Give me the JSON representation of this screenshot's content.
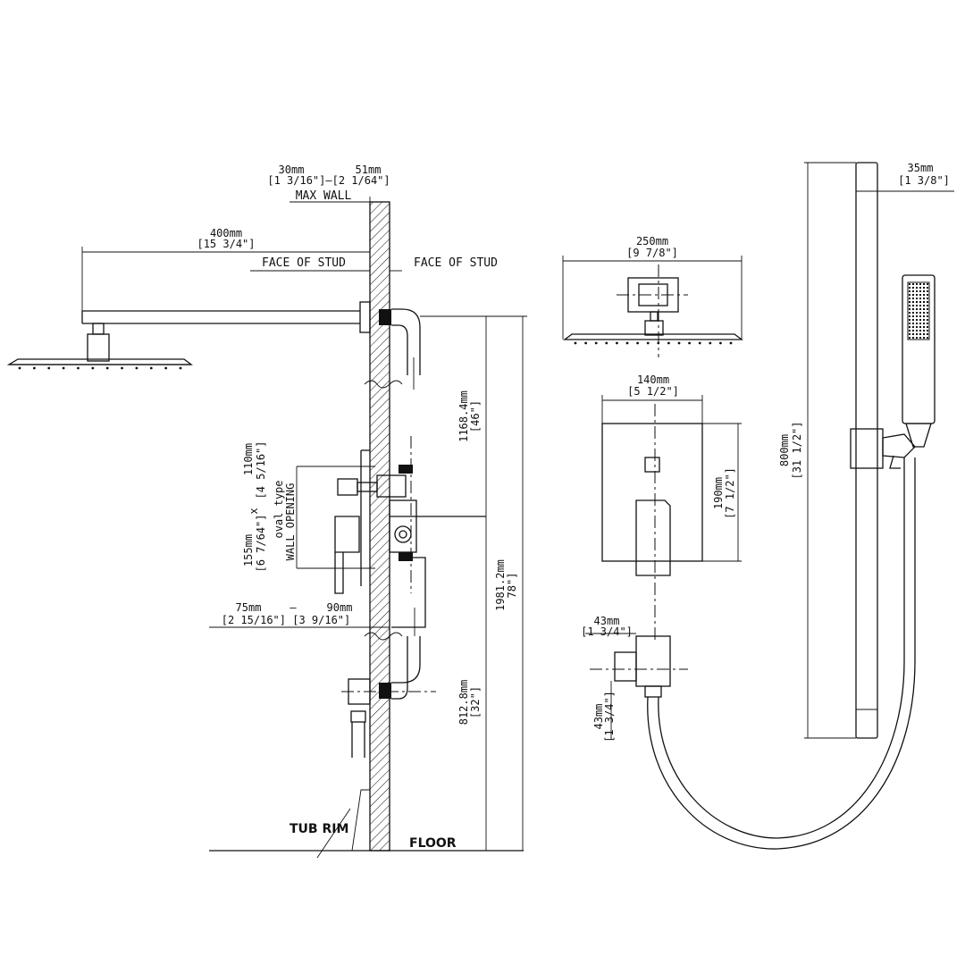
{
  "labels": {
    "max_wall": "MAX WALL",
    "face_of_stud_left": "FACE OF STUD",
    "face_of_stud_right": "FACE OF STUD",
    "tub_rim": "TUB RIM",
    "floor": "FLOOR",
    "oval_type": "oval type",
    "wall_opening": "WALL OPENING"
  },
  "dimensions": {
    "wall_min_mm": "30mm",
    "wall_max_mm": "51mm",
    "wall_range_in": "[1 3/16\"]—[2 1/64\"]",
    "arm_mm": "400mm",
    "arm_in": "[15 3/4\"]",
    "head_width_mm": "250mm",
    "head_width_in": "[9 7/8\"]",
    "trim_width_mm": "140mm",
    "trim_width_in": "[5 1/2\"]",
    "trim_height_mm": "190mm",
    "trim_height_in": "[7 1/2\"]",
    "bar_width_mm": "35mm",
    "bar_width_in": "[1 3/8\"]",
    "bar_length_mm": "800mm",
    "bar_length_in": "[31 1/2\"]",
    "valve_to_arm_mm": "1168.4mm",
    "valve_to_arm_in": "[46\"]",
    "arm_height_mm": "1981.2mm",
    "arm_height_in": "78\"]",
    "valve_height_mm": "812.8mm",
    "valve_height_in": "[32\"]",
    "opening_w_mm": "110mm",
    "opening_w_in": "[4 5/16\"]",
    "opening_x": "x",
    "opening_h_mm": "155mm",
    "opening_h_in": "[6 7/64\"]",
    "depth_min_mm": "75mm",
    "depth_sep": "—",
    "depth_max_mm": "90mm",
    "depth_range_in": "[2 15/16\"] [3 9/16\"]",
    "elbow_w_mm": "43mm",
    "elbow_w_in": "[1 3/4\"]",
    "elbow_h_mm": "43mm",
    "elbow_h_in": "[1 3/4\"]"
  }
}
